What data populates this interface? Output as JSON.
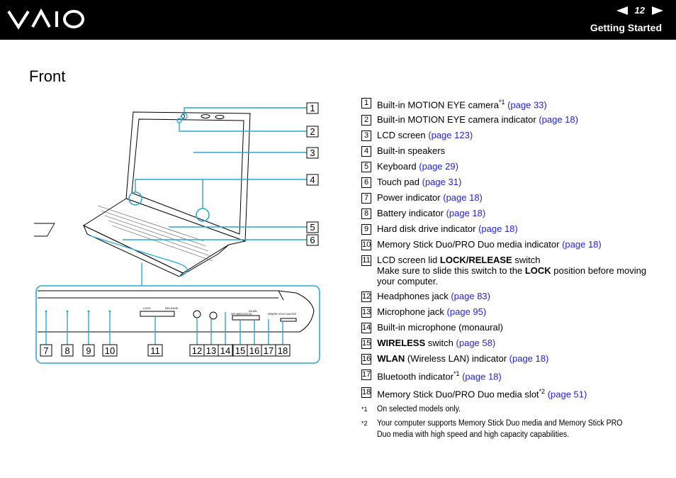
{
  "header": {
    "logo_text": "VAIO",
    "page_number": "12",
    "section": "Getting Started",
    "prev_icon": "left-arrow-icon",
    "next_icon": "right-arrow-icon"
  },
  "page_title": "Front",
  "callouts": [
    "1",
    "2",
    "3",
    "4",
    "5",
    "6",
    "7",
    "8",
    "9",
    "10",
    "11",
    "12",
    "13",
    "14",
    "15",
    "16",
    "17",
    "18"
  ],
  "items": [
    {
      "n": "1",
      "text": "Built-in MOTION EYE camera",
      "sup": "*1",
      "link": "(page 33)"
    },
    {
      "n": "2",
      "text": "Built-in MOTION EYE camera indicator",
      "link": "(page 18)"
    },
    {
      "n": "3",
      "text": "LCD screen",
      "link": "(page 123)"
    },
    {
      "n": "4",
      "text": "Built-in speakers"
    },
    {
      "n": "5",
      "text": "Keyboard",
      "link": "(page 29)"
    },
    {
      "n": "6",
      "text": "Touch pad",
      "link": "(page 31)"
    },
    {
      "n": "7",
      "text": "Power indicator",
      "link": "(page 18)"
    },
    {
      "n": "8",
      "text": "Battery indicator",
      "link": "(page 18)"
    },
    {
      "n": "9",
      "text": "Hard disk drive indicator",
      "link": "(page 18)"
    },
    {
      "n": "10",
      "text": "Memory Stick Duo/PRO Duo media indicator",
      "link": "(page 18)"
    },
    {
      "n": "11",
      "pre": "LCD screen lid",
      "bold": "LOCK/RELEASE",
      "post": "switch",
      "line2_pre": "Make sure to slide this switch to the",
      "line2_bold": "LOCK",
      "line2_post": "position before moving your computer."
    },
    {
      "n": "12",
      "text": "Headphones jack",
      "link": "(page 83)"
    },
    {
      "n": "13",
      "text": "Microphone jack",
      "link": "(page 95)"
    },
    {
      "n": "14",
      "text": "Built-in microphone (monaural)"
    },
    {
      "n": "15",
      "bold": "WIRELESS",
      "text": "switch",
      "link": "(page 58)"
    },
    {
      "n": "16",
      "bold": "WLAN",
      "text": "(Wireless LAN) indicator",
      "link": "(page 18)"
    },
    {
      "n": "17",
      "text": "Bluetooth indicator",
      "sup": "*1",
      "link": "(page 18)"
    },
    {
      "n": "18",
      "text": "Memory Stick Duo/PRO Duo media slot",
      "sup": "*2",
      "link": "(page 51)"
    }
  ],
  "footnotes": [
    {
      "mark": "*1",
      "text": "On selected models only."
    },
    {
      "mark": "*2",
      "text": "Your computer supports Memory Stick Duo media and Memory Stick PRO Duo media with high speed and high capacity capabilities."
    }
  ],
  "illustration_labels": {
    "lock": "LOCK",
    "release": "RELEASE",
    "wlan": "WLAN",
    "wireless_off_on": "OFF WIRELESS ON",
    "ms_slot": "MEMORY STICK DUO PRO"
  }
}
